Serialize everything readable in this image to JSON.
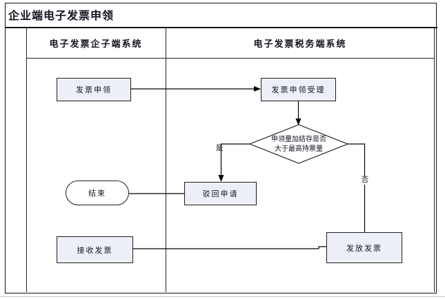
{
  "diagram": {
    "title": "企业端电子发票申领",
    "lanes": [
      {
        "label": "电子发票企子端系统"
      },
      {
        "label": "电子发票税务端系统"
      }
    ],
    "nodes": {
      "apply": "发票申领",
      "accept": "发票申领受理",
      "decision_line1": "申领量加结存是否",
      "decision_line2": "大于最高持票量",
      "reject": "驳回申请",
      "end": "结束",
      "receive": "接收发票",
      "issue": "发放发票"
    },
    "edge_labels": {
      "yes": "是",
      "no": "否"
    },
    "colors": {
      "node_fill": "#edeff6",
      "line_color": "#000000",
      "diamond_fill": "#ffffff"
    }
  }
}
